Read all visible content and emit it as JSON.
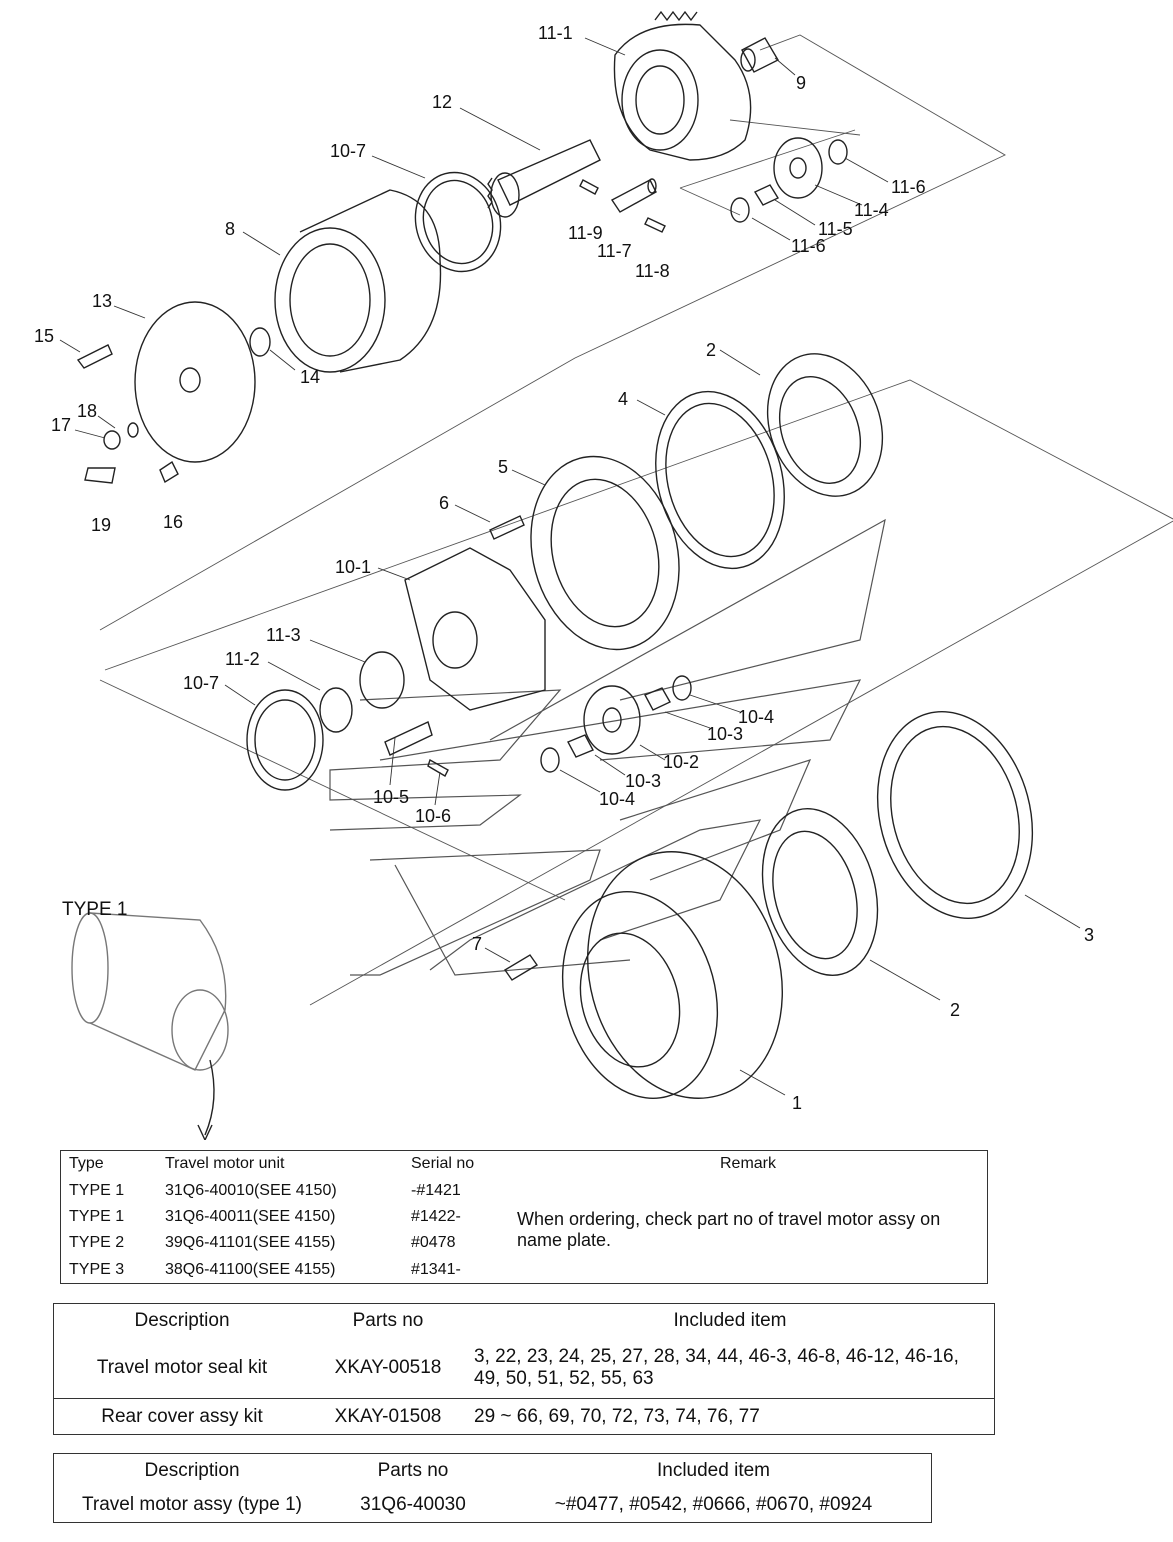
{
  "callouts": [
    {
      "id": "c-11-1",
      "text": "11-1"
    },
    {
      "id": "c-9",
      "text": "9"
    },
    {
      "id": "c-12",
      "text": "12"
    },
    {
      "id": "c-10-7a",
      "text": "10-7"
    },
    {
      "id": "c-8",
      "text": "8"
    },
    {
      "id": "c-11-6a",
      "text": "11-6"
    },
    {
      "id": "c-11-4",
      "text": "11-4"
    },
    {
      "id": "c-11-5",
      "text": "11-5"
    },
    {
      "id": "c-11-6b",
      "text": "11-6"
    },
    {
      "id": "c-11-9",
      "text": "11-9"
    },
    {
      "id": "c-11-7",
      "text": "11-7"
    },
    {
      "id": "c-11-8",
      "text": "11-8"
    },
    {
      "id": "c-13",
      "text": "13"
    },
    {
      "id": "c-15",
      "text": "15"
    },
    {
      "id": "c-14",
      "text": "14"
    },
    {
      "id": "c-18",
      "text": "18"
    },
    {
      "id": "c-17",
      "text": "17"
    },
    {
      "id": "c-19",
      "text": "19"
    },
    {
      "id": "c-16",
      "text": "16"
    },
    {
      "id": "c-2a",
      "text": "2"
    },
    {
      "id": "c-4",
      "text": "4"
    },
    {
      "id": "c-5",
      "text": "5"
    },
    {
      "id": "c-6",
      "text": "6"
    },
    {
      "id": "c-10-1",
      "text": "10-1"
    },
    {
      "id": "c-11-3",
      "text": "11-3"
    },
    {
      "id": "c-11-2",
      "text": "11-2"
    },
    {
      "id": "c-10-7b",
      "text": "10-7"
    },
    {
      "id": "c-10-4a",
      "text": "10-4"
    },
    {
      "id": "c-10-3a",
      "text": "10-3"
    },
    {
      "id": "c-10-2",
      "text": "10-2"
    },
    {
      "id": "c-10-3b",
      "text": "10-3"
    },
    {
      "id": "c-10-4b",
      "text": "10-4"
    },
    {
      "id": "c-10-5",
      "text": "10-5"
    },
    {
      "id": "c-10-6",
      "text": "10-6"
    },
    {
      "id": "c-7",
      "text": "7"
    },
    {
      "id": "c-3",
      "text": "3"
    },
    {
      "id": "c-2b",
      "text": "2"
    },
    {
      "id": "c-1",
      "text": "1"
    }
  ],
  "type_label": "TYPE 1",
  "type_table": {
    "headers": {
      "type": "Type",
      "unit": "Travel motor unit",
      "serial": "Serial no",
      "remark": "Remark"
    },
    "rows": [
      {
        "type": "TYPE 1",
        "unit": "31Q6-40010(SEE 4150)",
        "serial": "-#1421"
      },
      {
        "type": "TYPE 1",
        "unit": "31Q6-40011(SEE 4150)",
        "serial": "#1422-"
      },
      {
        "type": "TYPE 2",
        "unit": "39Q6-41101(SEE 4155)",
        "serial": "#0478"
      },
      {
        "type": "TYPE 3",
        "unit": "38Q6-41100(SEE 4155)",
        "serial": "#1341-"
      }
    ],
    "remark": "When ordering, check part no of travel motor assy on name plate."
  },
  "kit_table": {
    "headers": {
      "description": "Description",
      "parts_no": "Parts no",
      "included": "Included item"
    },
    "rows": [
      {
        "description": "Travel motor seal kit",
        "parts_no": "XKAY-00518",
        "included": "3, 22, 23, 24, 25, 27, 28, 34, 44, 46-3, 46-8, 46-12, 46-16, 49, 50, 51, 52, 55, 63"
      },
      {
        "description": "Rear cover assy kit",
        "parts_no": "XKAY-01508",
        "included": "29 ~ 66, 69, 70, 72, 73, 74, 76, 77"
      }
    ]
  },
  "assy_table": {
    "headers": {
      "description": "Description",
      "parts_no": "Parts no",
      "included": "Included item"
    },
    "row": {
      "description": "Travel motor assy (type 1)",
      "parts_no": "31Q6-40030",
      "included": "~#0477, #0542, #0666, #0670, #0924"
    }
  }
}
